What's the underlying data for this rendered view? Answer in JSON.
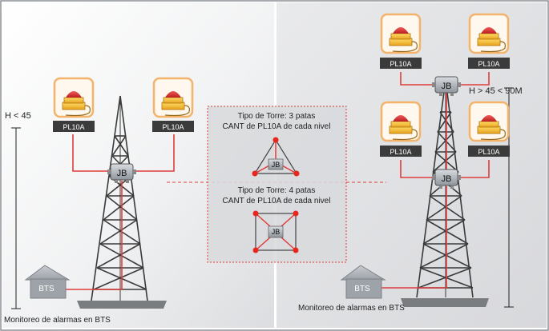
{
  "left": {
    "height_label": "H < 45",
    "lights": [
      "PL10A",
      "PL10A"
    ],
    "junction_box": "JB",
    "shelter": "BTS",
    "caption": "Monitoreo de alarmas en BTS"
  },
  "right": {
    "height_label": "H > 45 < 90M",
    "lights": [
      "PL10A",
      "PL10A",
      "PL10A",
      "PL10A"
    ],
    "junction_boxes": [
      "JB",
      "JB"
    ],
    "shelter": "BTS",
    "caption": "Monitoreo de alarmas en BTS"
  },
  "center": {
    "three_leg": {
      "line1": "Tipo de Torre: 3 patas",
      "line2": "CANT de PL10A de cada nivel",
      "box": "JB"
    },
    "four_leg": {
      "line1": "Tipo de Torre: 4 patas",
      "line2": "CANT de PL10A de cada nivel",
      "box": "JB"
    }
  },
  "colors": {
    "cable": "#e03c3c",
    "tower": "#3a3a3a",
    "panel_bg": "#e4e5e7",
    "light_frame": "#f3b36b"
  }
}
